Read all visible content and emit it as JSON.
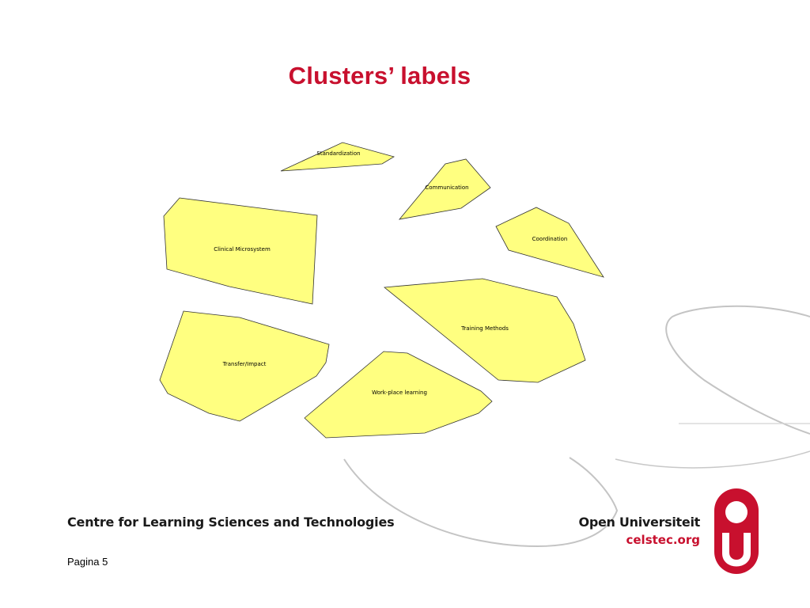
{
  "slide": {
    "title": "Clusters’ labels",
    "page_label": "Pagina 5"
  },
  "diagram": {
    "fill_color": "#ffff80",
    "stroke_color": "#333333",
    "clusters": [
      {
        "id": "standardization",
        "label": "Standardization"
      },
      {
        "id": "communication",
        "label": "Communication"
      },
      {
        "id": "coordination",
        "label": "Coordination"
      },
      {
        "id": "clinical-microsystem",
        "label": "Clinical Microsystem"
      },
      {
        "id": "training-methods",
        "label": "Training Methods"
      },
      {
        "id": "transfer-impact",
        "label": "Transfer/Impact"
      },
      {
        "id": "work-place-learning",
        "label": "Work-place learning"
      }
    ]
  },
  "footer": {
    "organization": "Centre for Learning Sciences and Technologies",
    "brand_name": "Open Universiteit",
    "brand_site": "celstec.org",
    "logo_icon": "open-universiteit-ou-logo",
    "brand_color": "#c8102e"
  }
}
